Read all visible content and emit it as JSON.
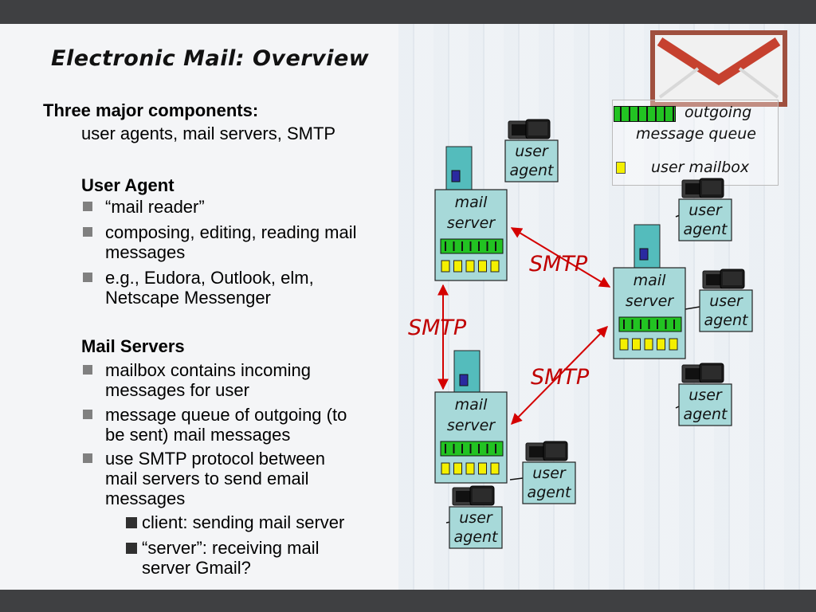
{
  "title": "Electronic Mail: Overview",
  "main": {
    "heading": "Three major components:",
    "components": "user agents, mail servers, SMTP",
    "user_agent": {
      "heading": "User Agent",
      "bullets": [
        "“mail reader”",
        "composing, editing, reading mail",
        "messages",
        "e.g., Eudora, Outlook, elm,",
        "Netscape Messenger"
      ]
    },
    "mail_servers": {
      "heading": "Mail Servers",
      "bullets": [
        "mailbox contains incoming",
        "messages for user",
        "message queue of outgoing (to",
        "be sent) mail messages",
        "use SMTP protocol between",
        "mail servers to send email",
        "messages"
      ],
      "sub_bullets": [
        "client: sending mail server",
        "“server”: receiving mail",
        "server Gmail?"
      ]
    }
  },
  "legend": {
    "outgoing_line1": "outgoing",
    "outgoing_line2": "message queue",
    "mailbox": "user mailbox"
  },
  "diagram": {
    "mail_label": "mail",
    "server_label": "server",
    "user_label": "user",
    "agent_label": "agent",
    "protocol_label": "SMTP",
    "colors": {
      "queue_green": "#22c322",
      "mailbox_yellow": "#f4f000",
      "arrow_red": "#d40000",
      "server_teal": "#54bcbc",
      "server_box": "#a7d9d9",
      "smtp_text": "#c00000"
    }
  }
}
